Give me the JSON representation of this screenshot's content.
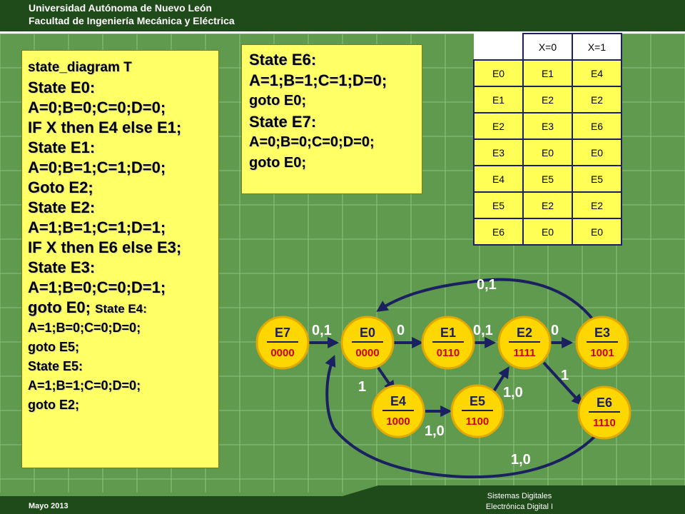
{
  "header": {
    "line1": "Universidad Autónoma de Nuevo León",
    "line2": "Facultad de Ingeniería Mecánica y Eléctrica"
  },
  "code_left": {
    "lines": [
      "state_diagram T",
      "State E0:",
      "A=0;B=0;C=0;D=0;",
      "IF X then E4 else E1;",
      "State E1:",
      "A=0;B=1;C=1;D=0;",
      "Goto E2;",
      "State E2:",
      "A=1;B=1;C=1;D=1;",
      "IF X then E6 else E3;",
      "State E3:",
      "A=1;B=0;C=0;D=1;",
      "goto E0;",
      "State E4:",
      "A=1;B=0;C=0;D=0;",
      "goto E5;",
      "State E5:",
      "A=1;B=1;C=0;D=0;",
      "goto E2;"
    ]
  },
  "code_right": {
    "lines": [
      "State E6:",
      "A=1;B=1;C=1;D=0;",
      "goto E0;",
      "State E7:",
      "A=0;B=0;C=0;D=0;",
      "goto E0;"
    ]
  },
  "table": {
    "headers": [
      "X=0",
      "X=1"
    ],
    "rows": [
      {
        "state": "E0",
        "x0": "E1",
        "x1": "E4"
      },
      {
        "state": "E1",
        "x0": "E2",
        "x1": "E2"
      },
      {
        "state": "E2",
        "x0": "E3",
        "x1": "E6"
      },
      {
        "state": "E3",
        "x0": "E0",
        "x1": "E0"
      },
      {
        "state": "E4",
        "x0": "E5",
        "x1": "E5"
      },
      {
        "state": "E5",
        "x0": "E2",
        "x1": "E2"
      },
      {
        "state": "E6",
        "x0": "E0",
        "x1": "E0"
      }
    ]
  },
  "diagram": {
    "states": [
      {
        "name": "E7",
        "code": "0000"
      },
      {
        "name": "E0",
        "code": "0000"
      },
      {
        "name": "E1",
        "code": "0110"
      },
      {
        "name": "E2",
        "code": "1111"
      },
      {
        "name": "E3",
        "code": "1001"
      },
      {
        "name": "E4",
        "code": "1000"
      },
      {
        "name": "E5",
        "code": "1100"
      },
      {
        "name": "E6",
        "code": "1110"
      }
    ],
    "edge_labels": {
      "e7_e0": "0,1",
      "e0_e1": "0",
      "e1_e2": "0,1",
      "e2_e3": "0",
      "e3_e0": "0,1",
      "e0_e4": "1",
      "e4_e5": "1,0",
      "e5_e2": "1,0",
      "e2_e6": "1",
      "e6_e0": "1,0"
    },
    "colors": {
      "node_fill": "#ffd700",
      "node_text": "#1a2060",
      "code_text": "#cc0000",
      "edge": "#1a2060",
      "label": "#ffffff"
    }
  },
  "footer": {
    "date": "Mayo 2013",
    "course1": "Sistemas Digitales",
    "course2": "Electrónica Digital I"
  }
}
